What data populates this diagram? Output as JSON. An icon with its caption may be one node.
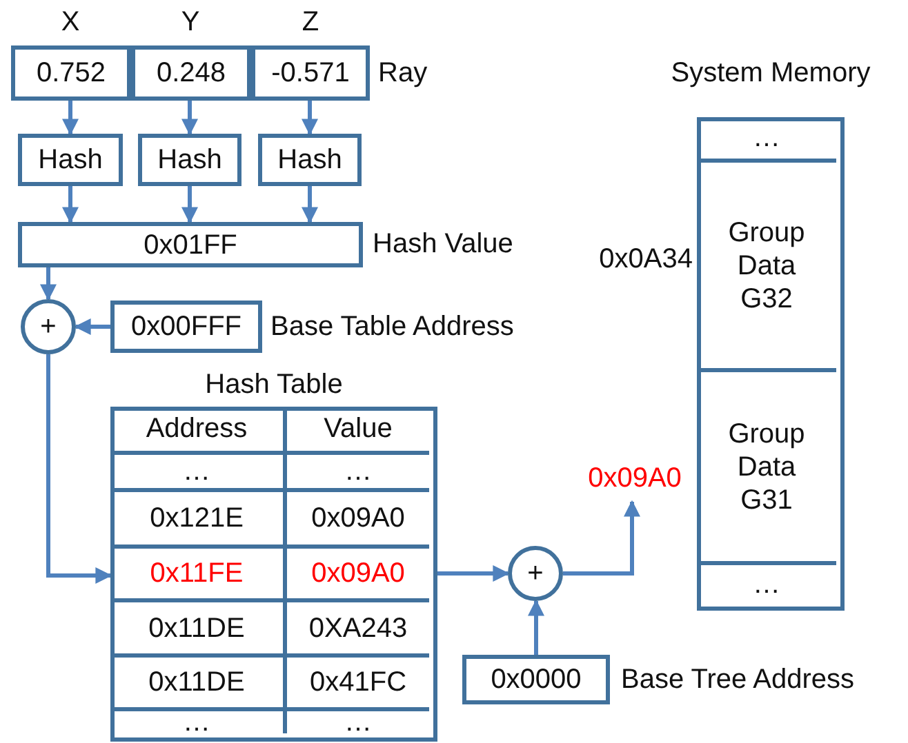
{
  "diagram": {
    "nodes": [
      {
        "text": [
          "0.752"
        ],
        "beside": [
          "X"
        ]
      },
      {
        "text": [
          "0.248"
        ],
        "beside": [
          "Y"
        ]
      },
      {
        "text": [
          "-0.571"
        ],
        "beside": [
          "Z"
        ]
      },
      {
        "text": [
          "Hash"
        ]
      },
      {
        "text": [
          "Hash"
        ]
      },
      {
        "text": [
          "Hash"
        ]
      },
      {
        "text": [
          "0x01FF"
        ],
        "beside": [
          "Hash Value"
        ]
      },
      {
        "text": [
          "+"
        ]
      },
      {
        "text": [
          "0x00FFF"
        ],
        "beside": [
          "Base Table Address"
        ]
      },
      {
        "text": [
          "Hash Table"
        ]
      },
      {
        "text": [
          "Address"
        ],
        "in": 9
      },
      {
        "text": [
          "Value"
        ],
        "in": 9
      },
      {
        "text": [
          "…"
        ],
        "in": 9
      },
      {
        "text": [
          "…"
        ],
        "in": 9
      },
      {
        "text": [
          "0x121E"
        ],
        "in": 9
      },
      {
        "text": [
          "0x09A0"
        ],
        "in": 9
      },
      {
        "text": [
          "0x11FE"
        ],
        "in": 9
      },
      {
        "text": [
          "0x09A0"
        ],
        "in": 9
      },
      {
        "text": [
          "0x11DE"
        ],
        "in": 9
      },
      {
        "text": [
          "0XA243"
        ],
        "in": 9
      },
      {
        "text": [
          "0x11DE"
        ],
        "in": 9
      },
      {
        "text": [
          "0x41FC"
        ],
        "in": 9
      },
      {
        "text": [
          "…"
        ],
        "in": 9
      },
      {
        "text": [
          "…"
        ],
        "in": 9
      },
      {
        "text": [
          "0x09A0"
        ]
      },
      {
        "text": [
          "+"
        ]
      },
      {
        "text": [
          "0x0000"
        ],
        "beside": [
          "Base Tree Address"
        ]
      },
      {
        "text": [
          "System Memory"
        ]
      },
      {
        "text": [
          "…"
        ],
        "in": 27
      },
      {
        "text": [
          "Group Data G32"
        ],
        "in": 27,
        "beside": [
          "0x0A34"
        ]
      },
      {
        "text": [
          "Group Data G31"
        ],
        "in": 27
      },
      {
        "text": [
          "…"
        ],
        "in": 27
      }
    ],
    "edges": [
      {
        "from": 0,
        "to": 3,
        "arrow": "to"
      },
      {
        "from": 1,
        "to": 4,
        "arrow": "to"
      },
      {
        "from": 2,
        "to": 5,
        "arrow": "to"
      },
      {
        "from": 3,
        "to": 6,
        "arrow": "to"
      },
      {
        "from": 4,
        "to": 6,
        "arrow": "to"
      },
      {
        "from": 5,
        "to": 6,
        "arrow": "to"
      },
      {
        "from": 6,
        "to": 7,
        "arrow": "to"
      },
      {
        "from": 8,
        "to": 7,
        "arrow": "to"
      },
      {
        "from": 7,
        "to": 16,
        "arrow": "to"
      },
      {
        "from": 17,
        "to": 25,
        "arrow": "to"
      },
      {
        "from": 26,
        "to": 25,
        "arrow": "to"
      },
      {
        "from": 25,
        "to": 24,
        "arrow": "to"
      }
    ],
    "labels": [
      "Ray"
    ]
  }
}
